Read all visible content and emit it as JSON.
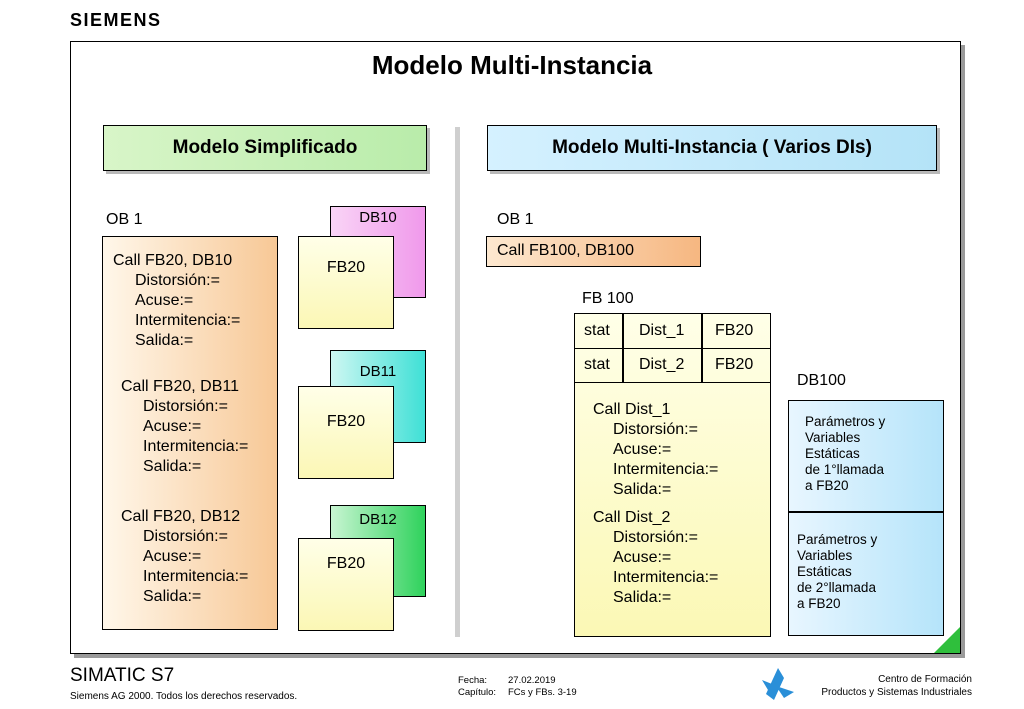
{
  "brand": "SIEMENS",
  "title": "Modelo Multi-Instancia",
  "left_header": "Modelo Simplificado",
  "right_header": "Modelo Multi-Instancia ( Varios DIs)",
  "left": {
    "ob_label": "OB 1",
    "calls": [
      {
        "call": "Call FB20, DB10",
        "params": [
          "Distorsión:=",
          "Acuse:=",
          "Intermitencia:=",
          "Salida:="
        ]
      },
      {
        "call": "Call FB20, DB11",
        "params": [
          "Distorsión:=",
          "Acuse:=",
          "Intermitencia:=",
          "Salida:="
        ]
      },
      {
        "call": "Call FB20, DB12",
        "params": [
          "Distorsión:=",
          "Acuse:=",
          "Intermitencia:=",
          "Salida:="
        ]
      }
    ],
    "dbs": [
      {
        "db": "DB10",
        "fb": "FB20",
        "color": "#f4a8f0"
      },
      {
        "db": "DB11",
        "fb": "FB20",
        "color": "#4fe2d8"
      },
      {
        "db": "DB12",
        "fb": "FB20",
        "color": "#3fd66a"
      }
    ]
  },
  "right": {
    "ob_label": "OB 1",
    "call": "Call FB100, DB100",
    "fb_label": "FB 100",
    "stat_rows": [
      {
        "kind": "stat",
        "name": "Dist_1",
        "type": "FB20"
      },
      {
        "kind": "stat",
        "name": "Dist_2",
        "type": "FB20"
      }
    ],
    "calls": [
      {
        "call": "Call Dist_1",
        "params": [
          "Distorsión:=",
          "Acuse:=",
          "Intermitencia:=",
          "Salida:="
        ]
      },
      {
        "call": "Call Dist_2",
        "params": [
          "Distorsión:=",
          "Acuse:=",
          "Intermitencia:=",
          "Salida:="
        ]
      }
    ],
    "db_label": "DB100",
    "db_parts": [
      [
        "Parámetros y",
        "Variables",
        "Estáticas",
        "de 1°llamada",
        "a FB20"
      ],
      [
        "Parámetros y",
        "Variables",
        "Estáticas",
        "de 2°llamada",
        "a FB20"
      ]
    ]
  },
  "footer": {
    "product": "SIMATIC S7",
    "copyright": "Siemens AG 2000. Todos los derechos reservados.",
    "date_label": "Fecha:",
    "date": "27.02.2019",
    "chapter_label": "Capítulo:",
    "chapter": "FCs y FBs. 3-19",
    "center_line1": "Centro de Formación",
    "center_line2": "Productos y Sistemas Industriales"
  },
  "colors": {
    "left_header_bg": "#c8f0b8",
    "right_header_bg": "#c4eafb",
    "accent_green": "#2fbf3c",
    "logo_blue": "#2a8fd8"
  }
}
